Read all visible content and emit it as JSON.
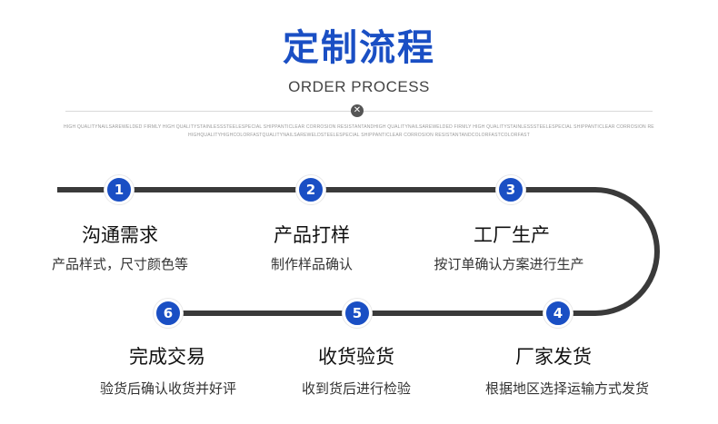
{
  "header": {
    "title": "定制流程",
    "subtitle": "ORDER PROCESS",
    "divider_icon": "x-circle-icon",
    "fine_print_line1": "HIGH QUALITYNAILSAREWELDED FIRMLY HIGH QUALITYSTAINLESSSTEELESPECIAL SHIPPANTICLEAR CORROSION RESISTANTANDHIGH QUALITYNAILSAREWELDED FIRMLY HIGH QUALITYSTAINLESSSTEELESPECIAL SHIPPANTICLEAR CORROSION RESISTANTANDC",
    "fine_print_line2": "HIGHQUALITYHIGHCOLORFASTQUALITYNAILSAREWELDSTEELESPECIAL SHIPPANTICLEAR CORROSION RESISTANTANDCOLORFASTCOLORFAST"
  },
  "colors": {
    "accent": "#1a4fc4",
    "track": "#3a3a3a"
  },
  "steps": [
    {
      "num": "1",
      "title": "沟通需求",
      "desc": "产品样式，尺寸颜色等"
    },
    {
      "num": "2",
      "title": "产品打样",
      "desc": "制作样品确认"
    },
    {
      "num": "3",
      "title": "工厂生产",
      "desc": "按订单确认方案进行生产"
    },
    {
      "num": "4",
      "title": "厂家发货",
      "desc": "根据地区选择运输方式发货"
    },
    {
      "num": "5",
      "title": "收货验货",
      "desc": "收到货后进行检验"
    },
    {
      "num": "6",
      "title": "完成交易",
      "desc": "验货后确认收货并好评"
    }
  ]
}
